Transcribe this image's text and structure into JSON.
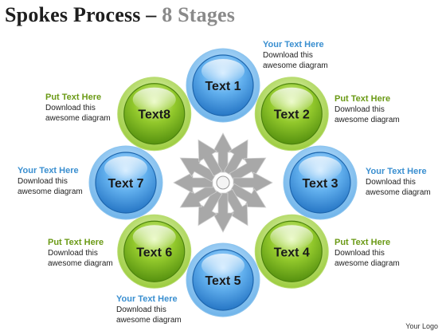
{
  "title": {
    "main": "Spokes Process – ",
    "accent": "8 Stages"
  },
  "nodes": [
    {
      "label": "Text 1",
      "color": "blue"
    },
    {
      "label": "Text 2",
      "color": "green"
    },
    {
      "label": "Text 3",
      "color": "blue"
    },
    {
      "label": "Text 4",
      "color": "green"
    },
    {
      "label": "Text 5",
      "color": "blue"
    },
    {
      "label": "Text 6",
      "color": "green"
    },
    {
      "label": "Text 7",
      "color": "blue"
    },
    {
      "label": "Text8",
      "color": "green"
    }
  ],
  "callouts": [
    {
      "heading": "Your Text Here",
      "line1": "Download this",
      "line2": "awesome diagram",
      "color": "blue"
    },
    {
      "heading": "Put Text Here",
      "line1": "Download this",
      "line2": "awesome diagram",
      "color": "green"
    },
    {
      "heading": "Your Text Here",
      "line1": "Download this",
      "line2": "awesome diagram",
      "color": "blue"
    },
    {
      "heading": "Put Text Here",
      "line1": "Download this",
      "line2": "awesome diagram",
      "color": "green"
    },
    {
      "heading": "Your Text Here",
      "line1": "Download this",
      "line2": "awesome diagram",
      "color": "blue"
    },
    {
      "heading": "Put Text Here",
      "line1": "Download this",
      "line2": "awesome diagram",
      "color": "green"
    },
    {
      "heading": "Your Text Here",
      "line1": "Download this",
      "line2": "awesome diagram",
      "color": "blue"
    },
    {
      "heading": "Put Text Here",
      "line1": "Download this",
      "line2": "awesome diagram",
      "color": "green"
    }
  ],
  "colors": {
    "blue": "#3f9be0",
    "green": "#7dbb1e",
    "blue_heading": "#3a8fd0",
    "green_heading": "#6b9a16",
    "spokes": "#a8a8a8"
  },
  "logo": "Your Logo"
}
